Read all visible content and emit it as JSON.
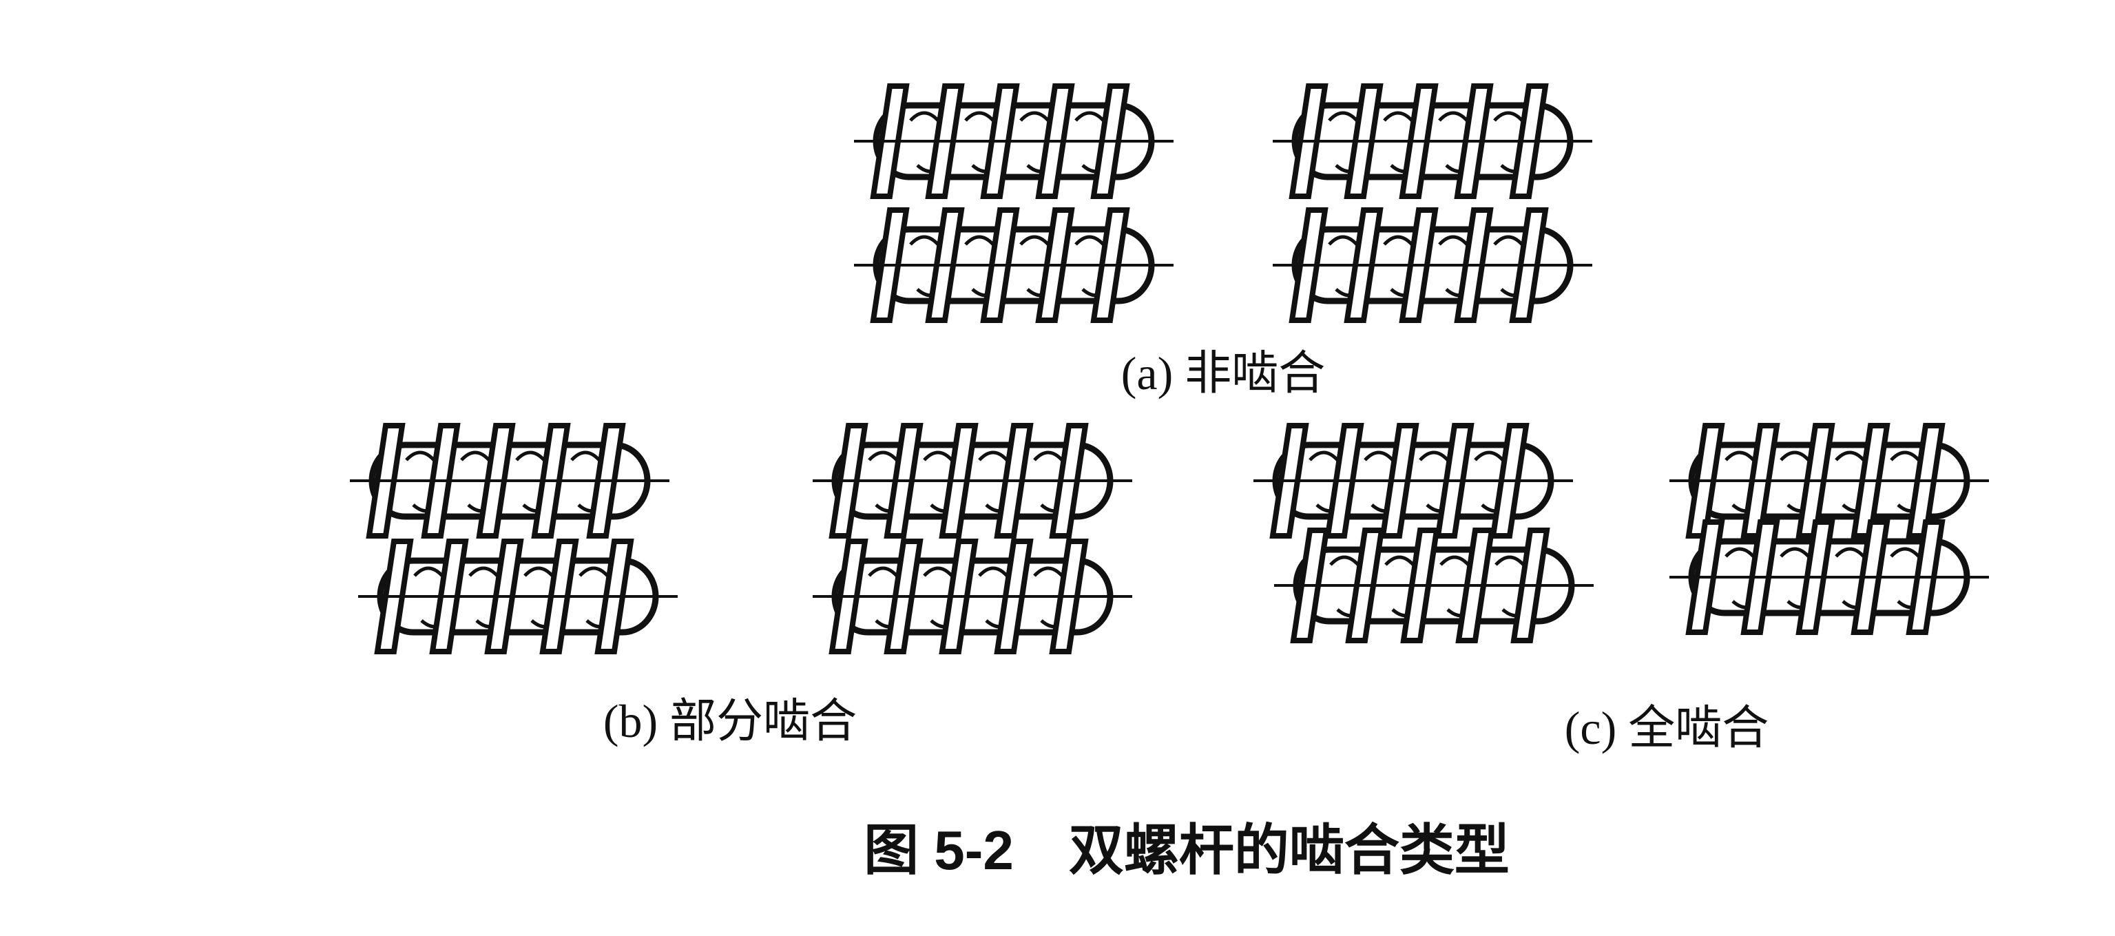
{
  "figure": {
    "caption": "图 5-2　双螺杆的啮合类型",
    "panels": [
      {
        "label": "(a) 非啮合"
      },
      {
        "label": "(b) 部分啮合"
      },
      {
        "label": "(c) 全啮合"
      }
    ]
  }
}
